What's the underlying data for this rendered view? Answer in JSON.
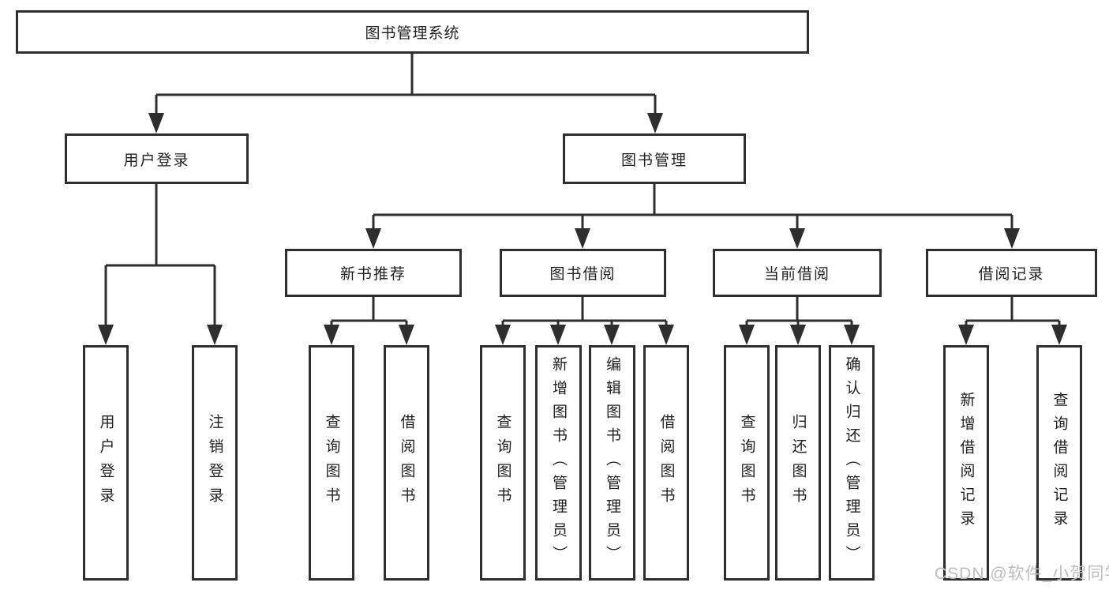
{
  "diagram": {
    "type": "hierarchy",
    "root": "图书管理系统",
    "level2": [
      "用户登录",
      "图书管理"
    ],
    "level3": [
      "新书推荐",
      "图书借阅",
      "当前借阅",
      "借阅记录"
    ],
    "leaves": {
      "user_login": [
        "用户登录",
        "注销登录"
      ],
      "new_book": [
        "查询图书",
        "借阅图书"
      ],
      "book_borrow": [
        "查询图书",
        "新增图书（管理员）",
        "编辑图书（管理员）",
        "借阅图书"
      ],
      "current_borrow": [
        "查询图书",
        "归还图书",
        "确认归还（管理员）"
      ],
      "borrow_record": [
        "新增借阅记录",
        "查询借阅记录"
      ]
    },
    "hierarchy": {
      "图书管理系统": {
        "用户登录": [
          "用户登录",
          "注销登录"
        ],
        "图书管理": {
          "新书推荐": [
            "查询图书",
            "借阅图书"
          ],
          "图书借阅": [
            "查询图书",
            "新增图书（管理员）",
            "编辑图书（管理员）",
            "借阅图书"
          ],
          "当前借阅": [
            "查询图书",
            "归还图书",
            "确认归还（管理员）"
          ],
          "借阅记录": [
            "新增借阅记录",
            "查询借阅记录"
          ]
        }
      }
    }
  },
  "watermark": "CSDN @软件_小贺同学",
  "colors": {
    "line": "#2e2e2e",
    "text": "#1f1f1f",
    "background": "#ffffff",
    "watermark": "#bcbcbc"
  }
}
